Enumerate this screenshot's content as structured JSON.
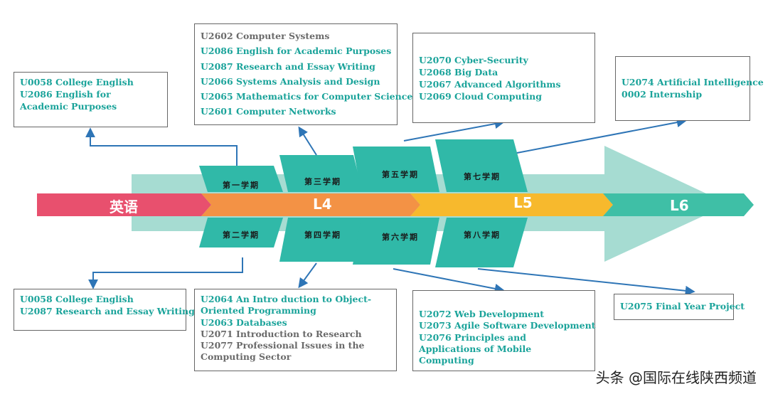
{
  "stages": {
    "english": "英语",
    "l4": "L4",
    "l5": "L5",
    "l6": "L6"
  },
  "semesters": {
    "s1": "第一学期",
    "s2": "第二学期",
    "s3": "第三学期",
    "s4": "第四学期",
    "s5": "第五学期",
    "s6": "第六学期",
    "s7": "第七学期",
    "s8": "第八学期"
  },
  "boxes": {
    "s1": [
      {
        "text": "U0058 College English",
        "color": "teal"
      },
      {
        "text": "U2086 English for Academic Purposes",
        "color": "teal"
      }
    ],
    "s2": [
      {
        "text": "U0058 College English",
        "color": "teal"
      },
      {
        "text": "U2087 Research and Essay Writing",
        "color": "teal"
      }
    ],
    "s3": [
      {
        "text": "U2602  Computer Systems",
        "color": "gray"
      },
      {
        "text": "U2086 English for Academic Purposes",
        "color": "teal"
      },
      {
        "text": "U2087 Research and Essay Writing",
        "color": "teal"
      },
      {
        "text": "U2066 Systems Analysis and Design",
        "color": "teal"
      },
      {
        "text": "U2065 Mathematics for Computer Science",
        "color": "teal"
      },
      {
        "text": "U2601 Computer Networks",
        "color": "teal"
      }
    ],
    "s4": [
      {
        "text": "U2064 An Intro duction to Object-Oriented Programming",
        "color": "teal"
      },
      {
        "text": "U2063 Databases",
        "color": "teal"
      },
      {
        "text": "U2071 Introduction to Research",
        "color": "gray"
      },
      {
        "text": "U2077 Professional Issues in the Computing Sector",
        "color": "gray"
      }
    ],
    "s5": [
      {
        "text": "U2070 Cyber-Security",
        "color": "teal"
      },
      {
        "text": "U2068 Big Data",
        "color": "teal"
      },
      {
        "text": "U2067 Advanced Algorithms",
        "color": "teal"
      },
      {
        "text": "U2069 Cloud Computing",
        "color": "teal"
      }
    ],
    "s6": [
      {
        "text": "U2072 Web Development",
        "color": "teal"
      },
      {
        "text": "U2073 Agile Software Development",
        "color": "teal"
      },
      {
        "text": "U2076 Principles and Applications of Mobile Computing",
        "color": "teal"
      }
    ],
    "s7": [
      {
        "text": "U2074 Artificial Intelligence",
        "color": "teal"
      },
      {
        "text": "0002 Internship",
        "color": "teal"
      }
    ],
    "s8": [
      {
        "text": "U2075 Final Year Project",
        "color": "teal"
      }
    ]
  },
  "colors": {
    "english": "#e8506e",
    "l4": "#f39245",
    "l5": "#f7b92d",
    "l6": "#3fbfa6",
    "bigArrow": "#a6dcd2",
    "semester": "#30b9a8",
    "teal_text": "#1aa39a",
    "gray_text": "#6a6a6a",
    "connector": "#2e75b6"
  },
  "watermark": "头条 @国际在线陕西频道"
}
